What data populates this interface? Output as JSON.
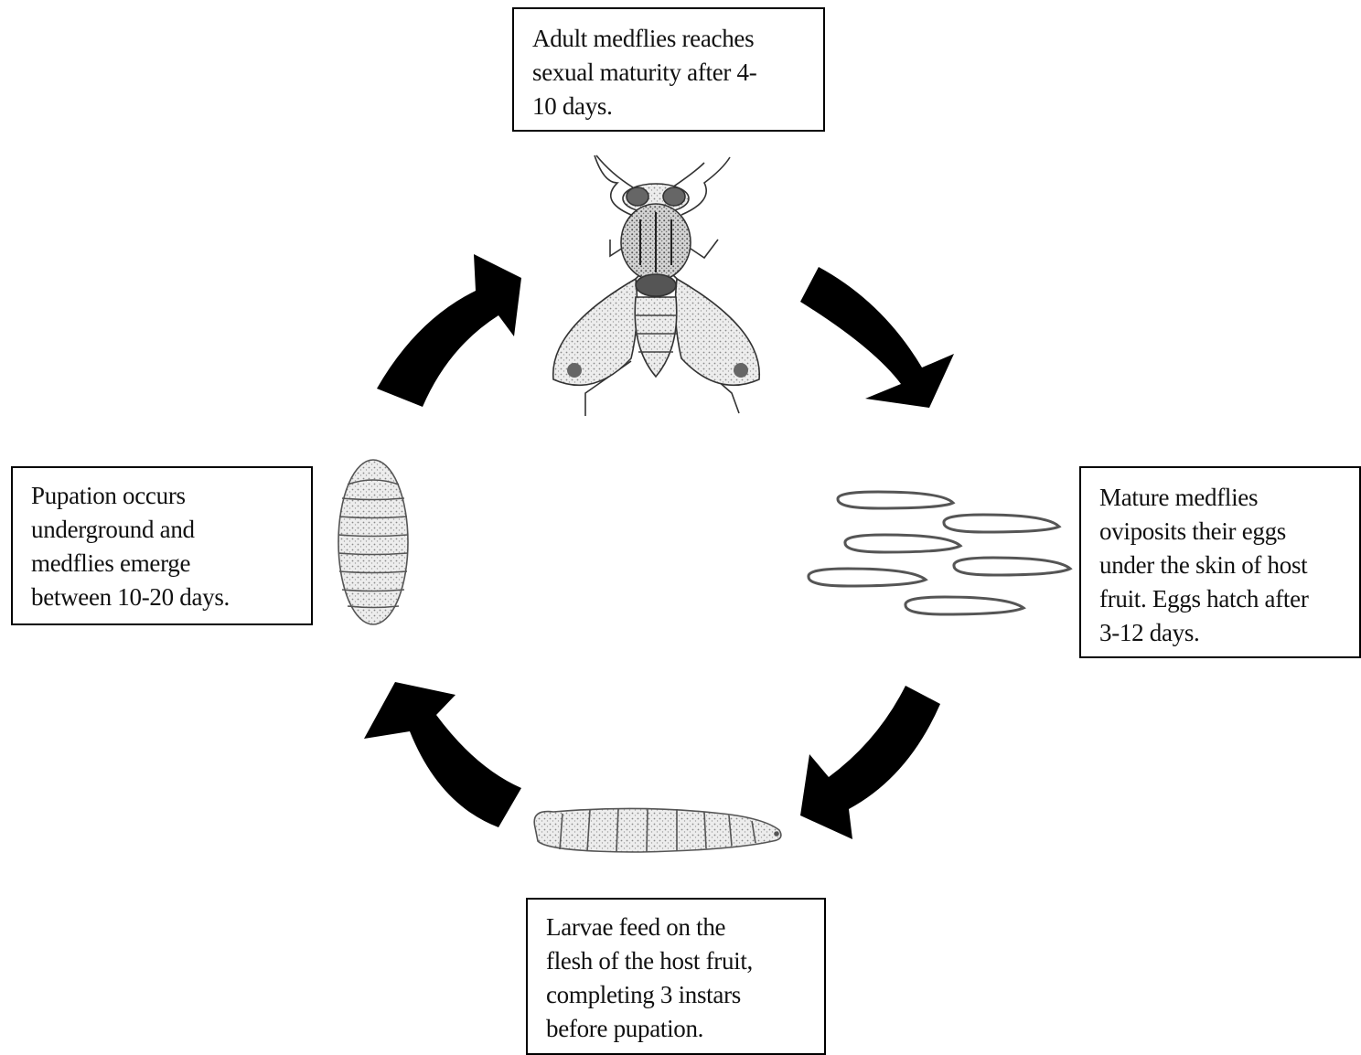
{
  "stages": {
    "adult": {
      "lines": [
        "Adult medflies reaches",
        "sexual maturity after 4-",
        "10 days."
      ]
    },
    "eggs": {
      "lines": [
        "Mature medflies",
        "oviposits their eggs",
        "under the skin of host",
        "fruit. Eggs hatch after",
        "3-12 days."
      ]
    },
    "larvae": {
      "lines": [
        "Larvae feed on the",
        "flesh of the host fruit,",
        "completing 3 instars",
        "before pupation."
      ]
    },
    "pupa": {
      "lines": [
        "Pupation occurs",
        "underground and",
        "medflies emerge",
        "between 10-20 days."
      ]
    }
  },
  "colors": {
    "arrow": "#000000",
    "box_border": "#000000",
    "illustration": "#444444"
  }
}
